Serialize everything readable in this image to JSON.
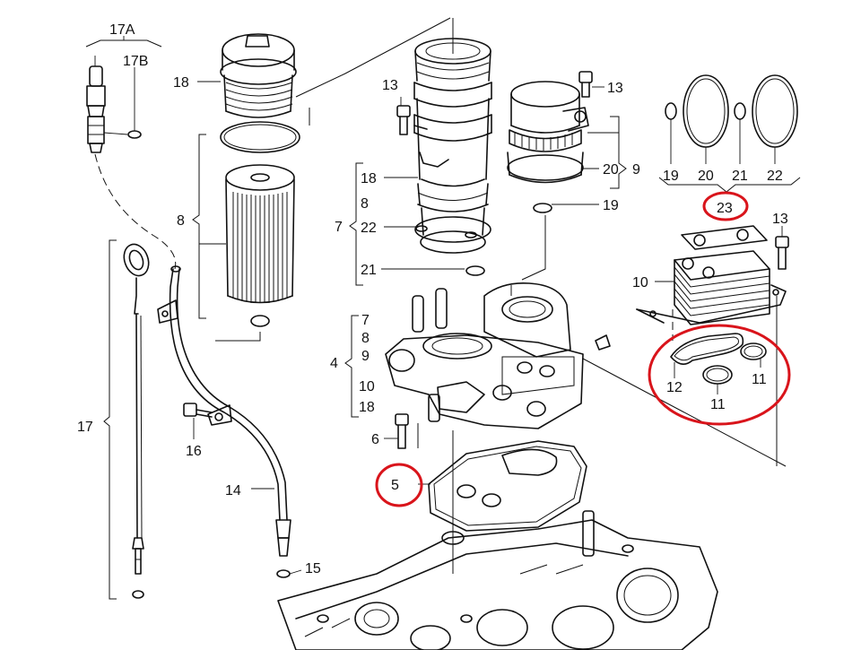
{
  "diagram": {
    "labels": {
      "l17a": "17A",
      "l17b": "17B",
      "l18a": "18",
      "l8a": "8",
      "l17": "17",
      "l16": "16",
      "l14": "14",
      "l15": "15",
      "l13a": "13",
      "l13b": "13",
      "l13c": "13",
      "l18b": "18",
      "l8b": "8",
      "l7a": "7",
      "l22a": "22",
      "l21a": "21",
      "l20a": "20",
      "l9a": "9",
      "l19a": "19",
      "l7b": "7",
      "l8c": "8",
      "l9b": "9",
      "l4": "4",
      "l10a": "10",
      "l18c": "18",
      "l6": "6",
      "l5": "5",
      "l19b": "19",
      "l20b": "20",
      "l21b": "21",
      "l22b": "22",
      "l23": "23",
      "l10b": "10",
      "l12": "12",
      "l11a": "11",
      "l11b": "11"
    },
    "highlight_color": "#d9141b"
  }
}
